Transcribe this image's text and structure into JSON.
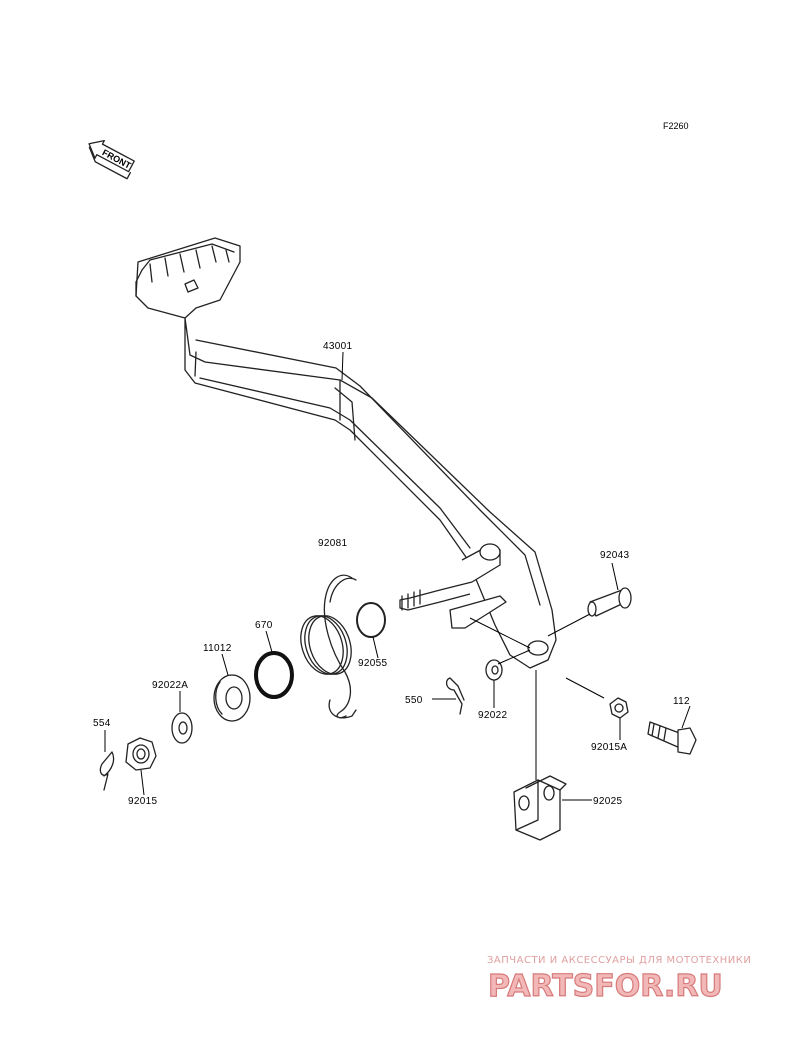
{
  "figure_code": "F2260",
  "front_label": "FRONT",
  "parts": [
    {
      "id": "p43001",
      "number": "43001"
    },
    {
      "id": "p92081",
      "number": "92081"
    },
    {
      "id": "p92043",
      "number": "92043"
    },
    {
      "id": "p670",
      "number": "670"
    },
    {
      "id": "p11012",
      "number": "11012"
    },
    {
      "id": "p92055",
      "number": "92055"
    },
    {
      "id": "p92022A",
      "number": "92022A"
    },
    {
      "id": "p554",
      "number": "554"
    },
    {
      "id": "p92015",
      "number": "92015"
    },
    {
      "id": "p550",
      "number": "550"
    },
    {
      "id": "p92022",
      "number": "92022"
    },
    {
      "id": "p112",
      "number": "112"
    },
    {
      "id": "p92015A",
      "number": "92015A"
    },
    {
      "id": "p92025",
      "number": "92025"
    }
  ],
  "watermark": {
    "tagline": "ЗАПЧАСТИ И АКСЕССУАРЫ ДЛЯ МОТОТЕХНИКИ",
    "logo": "PARTSFOR.RU"
  }
}
